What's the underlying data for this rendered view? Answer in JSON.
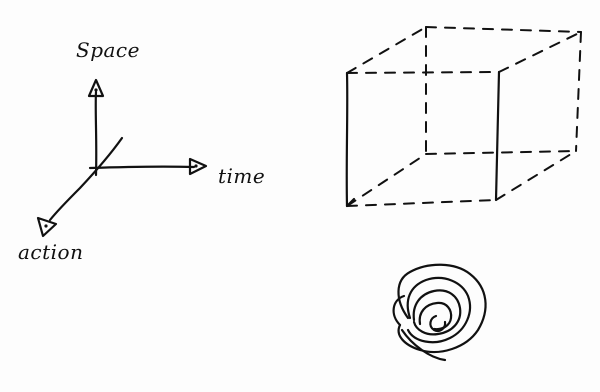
{
  "axes_sketch": {
    "labels": {
      "space": "Space",
      "time": "time",
      "action": "action"
    }
  }
}
